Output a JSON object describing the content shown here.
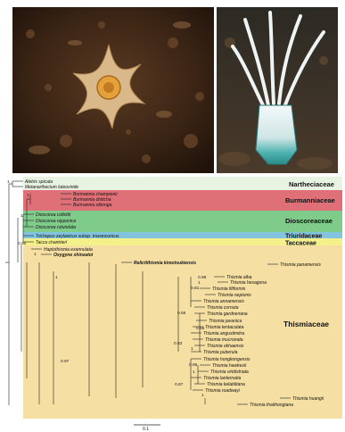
{
  "families": [
    {
      "name": "Nartheciaceae",
      "color": "#e8f3e2"
    },
    {
      "name": "Burmanniaceae",
      "color": "#e07078"
    },
    {
      "name": "Dioscoreaceae",
      "color": "#7fcb8a"
    },
    {
      "name": "Triuridaceae",
      "color": "#82c3dd"
    },
    {
      "name": "Taccaceae",
      "color": "#f4f08a"
    },
    {
      "name": "Thismiaceae",
      "color": "#f6dfa3"
    }
  ],
  "taxa": [
    {
      "name": "Aletris spicata"
    },
    {
      "name": "Metanarthecium luteoviride"
    },
    {
      "name": "Burmannia championii"
    },
    {
      "name": "Burmannia disticha"
    },
    {
      "name": "Burmannia oblonga"
    },
    {
      "name": "Dioscorea collettii"
    },
    {
      "name": "Dioscorea nipponica"
    },
    {
      "name": "Dioscorea rotundata"
    },
    {
      "name": "Trichopus zeylanicus subsp. travancoricus"
    },
    {
      "name": "Tacca chantrieri"
    },
    {
      "name": "Haplothismia exannulata"
    },
    {
      "name": "Oxygyne shinzatoi"
    },
    {
      "name": "Relictithismia kimotsukiensis"
    },
    {
      "name": "Thismia panamensis"
    },
    {
      "name": "Thismia alba"
    },
    {
      "name": "Thismia hexagona"
    },
    {
      "name": "Thismia filiformis"
    },
    {
      "name": "Thismia neptunis"
    },
    {
      "name": "Thismia annamensis"
    },
    {
      "name": "Thismia cornuta"
    },
    {
      "name": "Thismia gardneriana"
    },
    {
      "name": "Thismia javanica"
    },
    {
      "name": "Thismia tentaculata"
    },
    {
      "name": "Thismia angustimitra"
    },
    {
      "name": "Thismia mucronata"
    },
    {
      "name": "Thismia okhaensis"
    },
    {
      "name": "Thismia puberula"
    },
    {
      "name": "Thismia hongkongensis"
    },
    {
      "name": "Thismia hawkesii"
    },
    {
      "name": "Thismia viridistriata"
    },
    {
      "name": "Thismia lanternatia"
    },
    {
      "name": "Thismia kelabitiana"
    },
    {
      "name": "Thismia roadwayi"
    },
    {
      "name": "Thismia huangii"
    },
    {
      "name": "Thismia thaithongiana"
    }
  ],
  "support_values": [
    "1",
    "1",
    "1",
    "0.90",
    "1",
    "1",
    "0.97",
    "0.98",
    "1",
    "0.81",
    "0.56",
    "0.56",
    "0.83",
    "1",
    "0.96",
    "1",
    "0.87",
    "1"
  ],
  "scale_label": "0.1"
}
